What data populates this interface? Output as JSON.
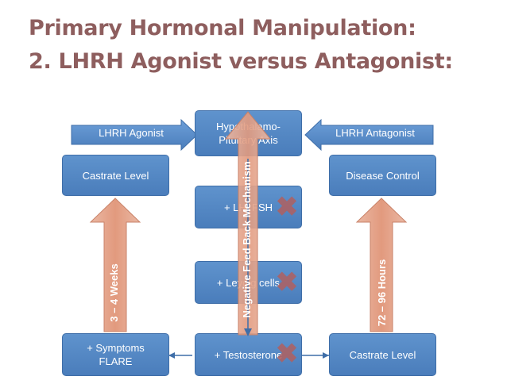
{
  "title": {
    "line1": "Primary Hormonal Manipulation:",
    "line2": "2. LHRH Agonist versus Antagonist:"
  },
  "arrows": {
    "agonist": "LHRH Agonist",
    "antagonist": "LHRH Antagonist"
  },
  "boxes": {
    "axis_line1": "Hypothalamo-",
    "axis_line2": "Pituitary Axis",
    "castrate_top": "Castrate Level",
    "disease_control": "Disease Control",
    "lh_fsh": "+ LH, FSH",
    "leydig": "+ Leydig cells",
    "symptoms_line1": "+ Symptoms",
    "symptoms_line2": "FLARE",
    "testosterone": "+ Testosterone",
    "castrate_bottom": "Castrate Level"
  },
  "vertical_labels": {
    "left_time": "3 – 4 Weeks",
    "feedback": "Negative Feed Back Mechanism",
    "right_time": "72 – 96 Hours"
  },
  "icons": {
    "x_mark_color": "#b06060"
  },
  "colors": {
    "title": "#8e5e5e",
    "box": "#4f81bd",
    "orange_arrow": "#e8a58a"
  }
}
